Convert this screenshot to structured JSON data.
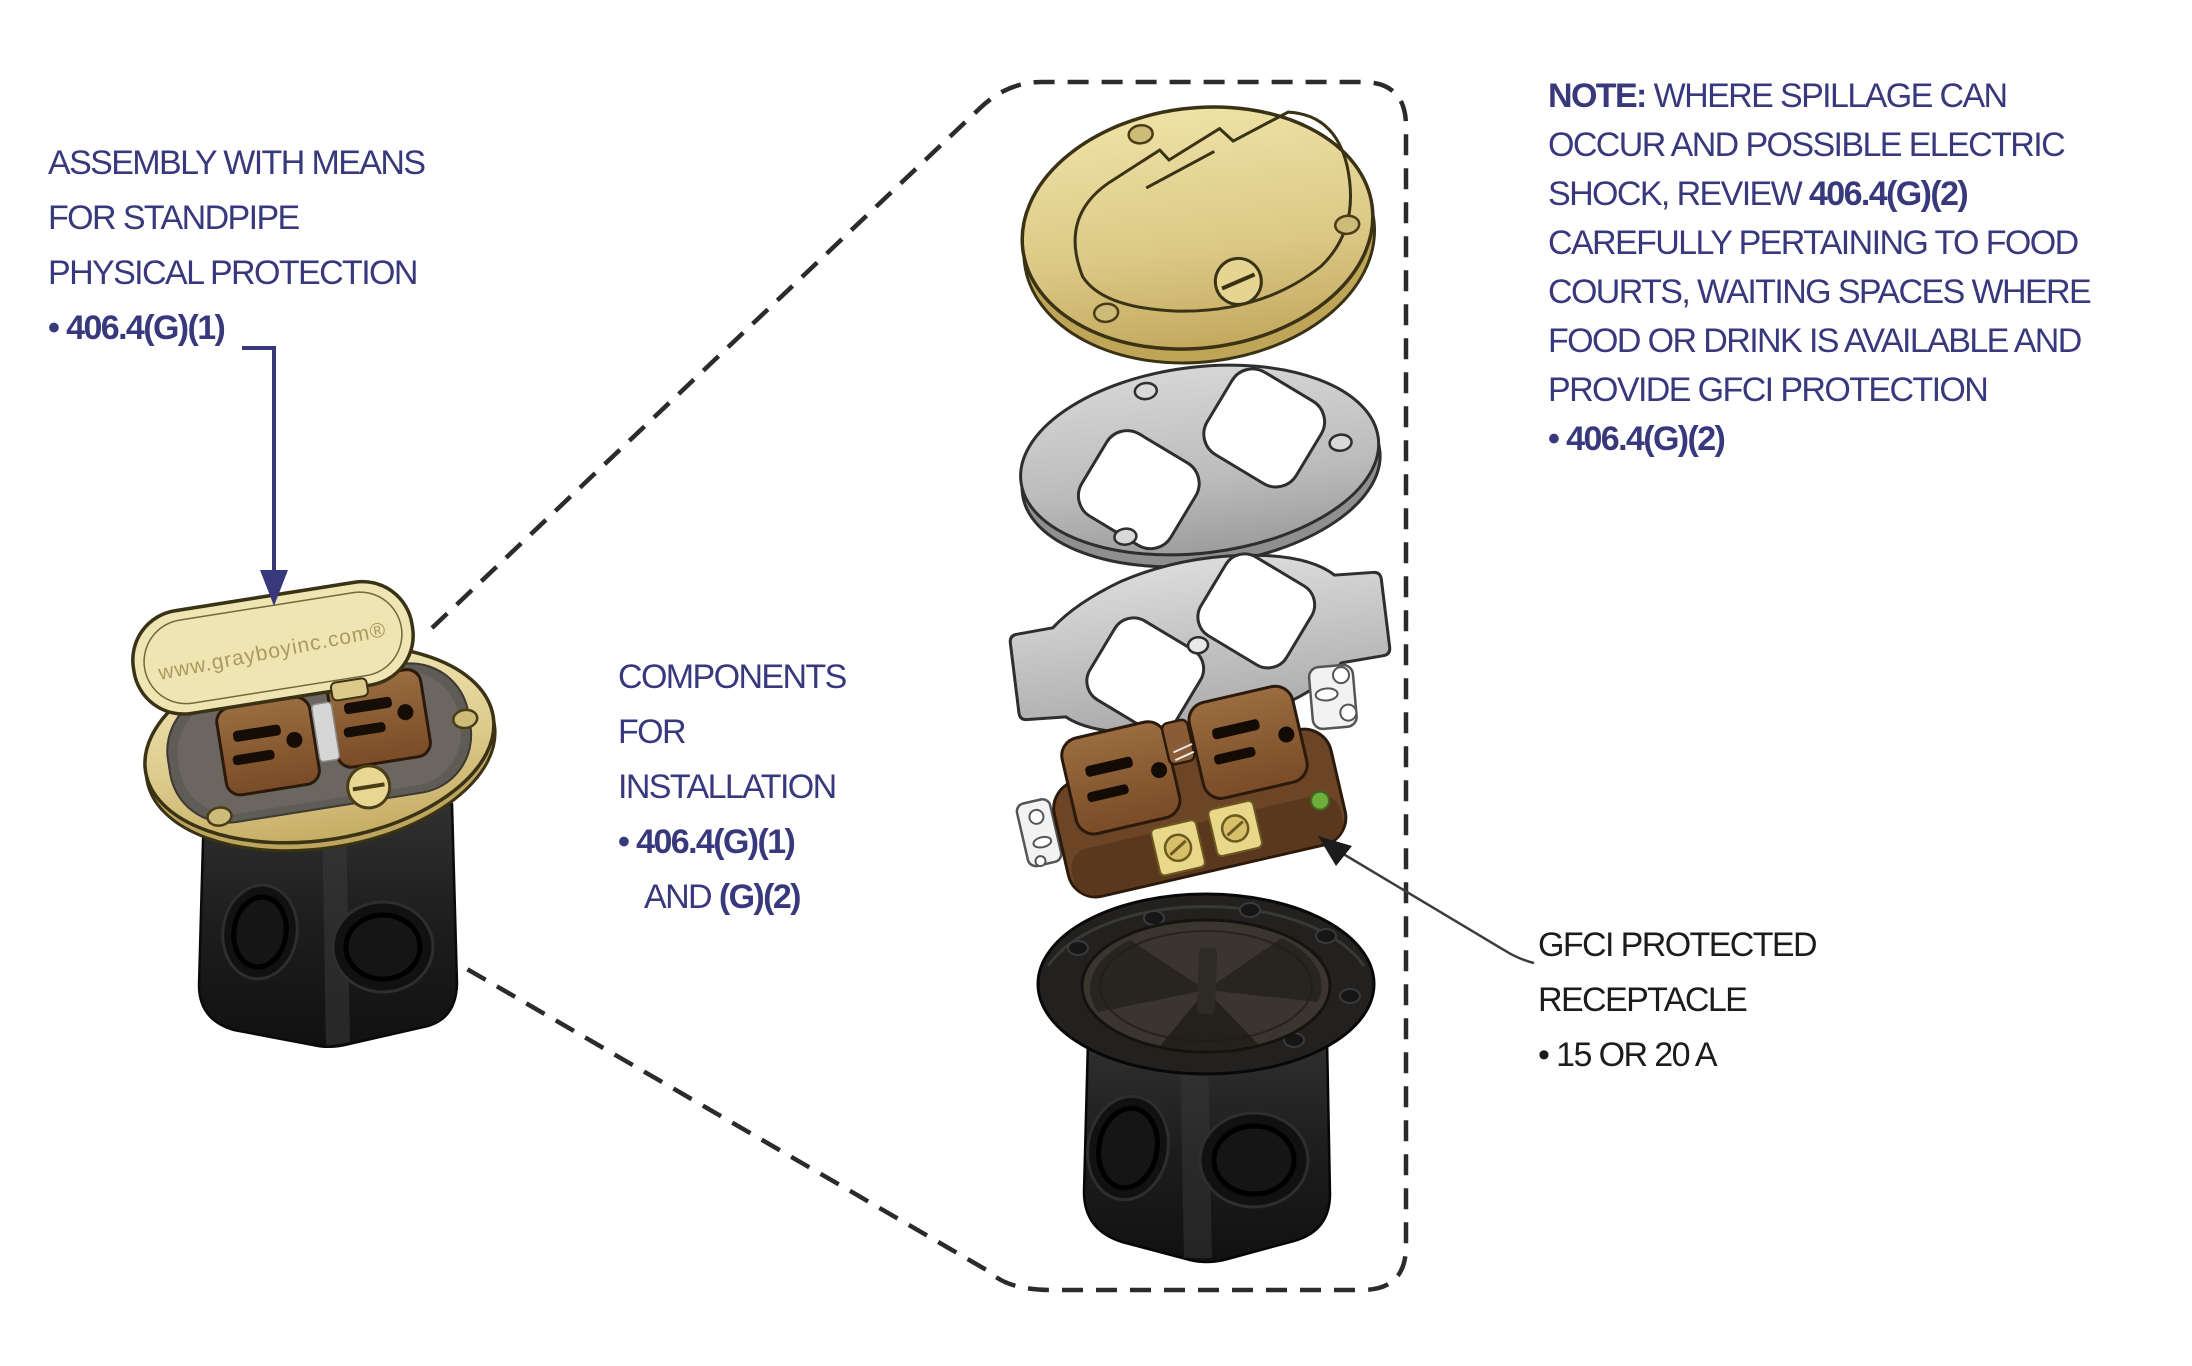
{
  "figure": {
    "background": "#ffffff",
    "annotations": {
      "assembly": {
        "lines": [
          {
            "segs": [
              {
                "t": "ASSEMBLY WITH MEANS"
              }
            ]
          },
          {
            "segs": [
              {
                "t": "FOR STANDPIPE"
              }
            ]
          },
          {
            "segs": [
              {
                "t": "PHYSICAL PROTECTION"
              }
            ]
          },
          {
            "segs": [
              {
                "t": "• 406.4(G)(1)",
                "b": true
              }
            ]
          }
        ]
      },
      "components": {
        "lines": [
          {
            "segs": [
              {
                "t": "COMPONENTS"
              }
            ]
          },
          {
            "segs": [
              {
                "t": "FOR"
              }
            ]
          },
          {
            "segs": [
              {
                "t": "INSTALLATION"
              }
            ]
          },
          {
            "segs": [
              {
                "t": "• 406.4(G)(1)",
                "b": true
              }
            ]
          },
          {
            "indent": 26,
            "segs": [
              {
                "t": "AND "
              },
              {
                "t": "(G)(2)",
                "b": true
              }
            ]
          }
        ]
      },
      "note": {
        "lines": [
          {
            "segs": [
              {
                "t": "NOTE:",
                "b": true
              },
              {
                "t": " WHERE SPILLAGE CAN"
              }
            ]
          },
          {
            "segs": [
              {
                "t": "OCCUR AND POSSIBLE ELECTRIC"
              }
            ]
          },
          {
            "segs": [
              {
                "t": "SHOCK, REVIEW "
              },
              {
                "t": "406.4(G)(2)",
                "b": true
              }
            ]
          },
          {
            "segs": [
              {
                "t": "CAREFULLY PERTAINING TO FOOD"
              }
            ]
          },
          {
            "segs": [
              {
                "t": "COURTS, WAITING SPACES WHERE"
              }
            ]
          },
          {
            "segs": [
              {
                "t": "FOOD OR DRINK IS AVAILABLE AND"
              }
            ]
          },
          {
            "segs": [
              {
                "t": "PROVIDE GFCI PROTECTION"
              }
            ]
          },
          {
            "segs": [
              {
                "t": "• 406.4(G)(2)",
                "b": true
              }
            ]
          }
        ]
      },
      "gfci": {
        "lines": [
          {
            "segs": [
              {
                "t": "GFCI PROTECTED"
              }
            ]
          },
          {
            "segs": [
              {
                "t": "RECEPTACLE"
              }
            ]
          },
          {
            "segs": [
              {
                "t": "• 15 OR 20 A"
              }
            ]
          }
        ]
      }
    },
    "illustration": {
      "lid_text": "www.grayboyinc.com®",
      "assembled_unit": "floor-box-assembly-with-open-brass-lid",
      "exploded_parts": [
        "brass-flip-lid-cover-plate",
        "duplex-opening-metal-plate",
        "gasket-leveling-ring",
        "duplex-receptacle",
        "floor-box"
      ]
    },
    "colors": {
      "annotation_navy": "#38387c",
      "annotation_black": "#1c1c1c",
      "brass": "#d9c987",
      "brass_light": "#efe5b2",
      "metal_gray": "#c0c0c0",
      "receptacle_brown": "#8a5c35",
      "box_black": "#1c1c1c",
      "indicator_green": "#6fae3a",
      "dashed_outline": "#2b2b2b"
    }
  }
}
